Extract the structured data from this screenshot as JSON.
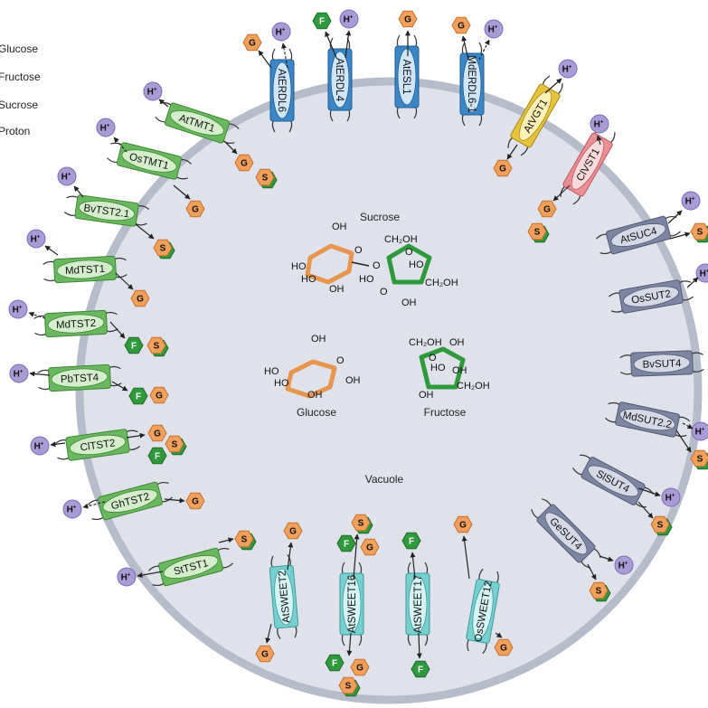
{
  "legend": [
    {
      "key": "glucose",
      "label": "Glucose"
    },
    {
      "key": "fructose",
      "label": "Fructose"
    },
    {
      "key": "sucrose",
      "label": "Sucrose"
    },
    {
      "key": "proton",
      "label": "Proton"
    }
  ],
  "symbols": {
    "glucose": "G",
    "fructose": "F",
    "sucrose": "S",
    "proton": "H"
  },
  "labels": {
    "vacuole": "Vacuole",
    "sucrose": "Sucrose",
    "glucose": "Glucose",
    "fructose": "Fructose"
  },
  "chem": {
    "oh": "OH",
    "ho": "HO",
    "o": "O",
    "ch2oh": "CH₂OH"
  },
  "colors": {
    "vacuole_fill": "#dfe2ea",
    "vacuole_stroke": "#b7bccb",
    "glucose": "#f0a05a",
    "fructose": "#2f9a3c",
    "proton": "#a99bd6",
    "glucose_ring": "#e8954e",
    "fructose_ring": "#2f9a3c"
  },
  "transporters": [
    {
      "name": "AtERDL6",
      "family": "erd"
    },
    {
      "name": "AtERDL4",
      "family": "erd"
    },
    {
      "name": "AtESL1",
      "family": "erd"
    },
    {
      "name": "MdERDL6-1",
      "family": "erd"
    },
    {
      "name": "AtVGT1",
      "family": "vgt"
    },
    {
      "name": "ClVST1",
      "family": "vst"
    },
    {
      "name": "AtSUC4",
      "family": "suc"
    },
    {
      "name": "OsSUT2",
      "family": "suc"
    },
    {
      "name": "BvSUT4",
      "family": "suc"
    },
    {
      "name": "MdSUT2.2",
      "family": "suc"
    },
    {
      "name": "SlSUT4",
      "family": "suc"
    },
    {
      "name": "GeSUT4",
      "family": "suc"
    },
    {
      "name": "OsSWEET12",
      "family": "sweet"
    },
    {
      "name": "AtSWEET17",
      "family": "sweet"
    },
    {
      "name": "AtSWEET16",
      "family": "sweet"
    },
    {
      "name": "AtSWEET2",
      "family": "sweet"
    },
    {
      "name": "StTST1",
      "family": "tst"
    },
    {
      "name": "GhTST2",
      "family": "tst"
    },
    {
      "name": "ClTST2",
      "family": "tst"
    },
    {
      "name": "PbTST4",
      "family": "tst"
    },
    {
      "name": "MdTST2",
      "family": "tst"
    },
    {
      "name": "MdTST1",
      "family": "tst"
    },
    {
      "name": "BvTST2.1",
      "family": "tst"
    },
    {
      "name": "OsTMT1",
      "family": "tst"
    },
    {
      "name": "AtTMT1",
      "family": "tst"
    }
  ]
}
